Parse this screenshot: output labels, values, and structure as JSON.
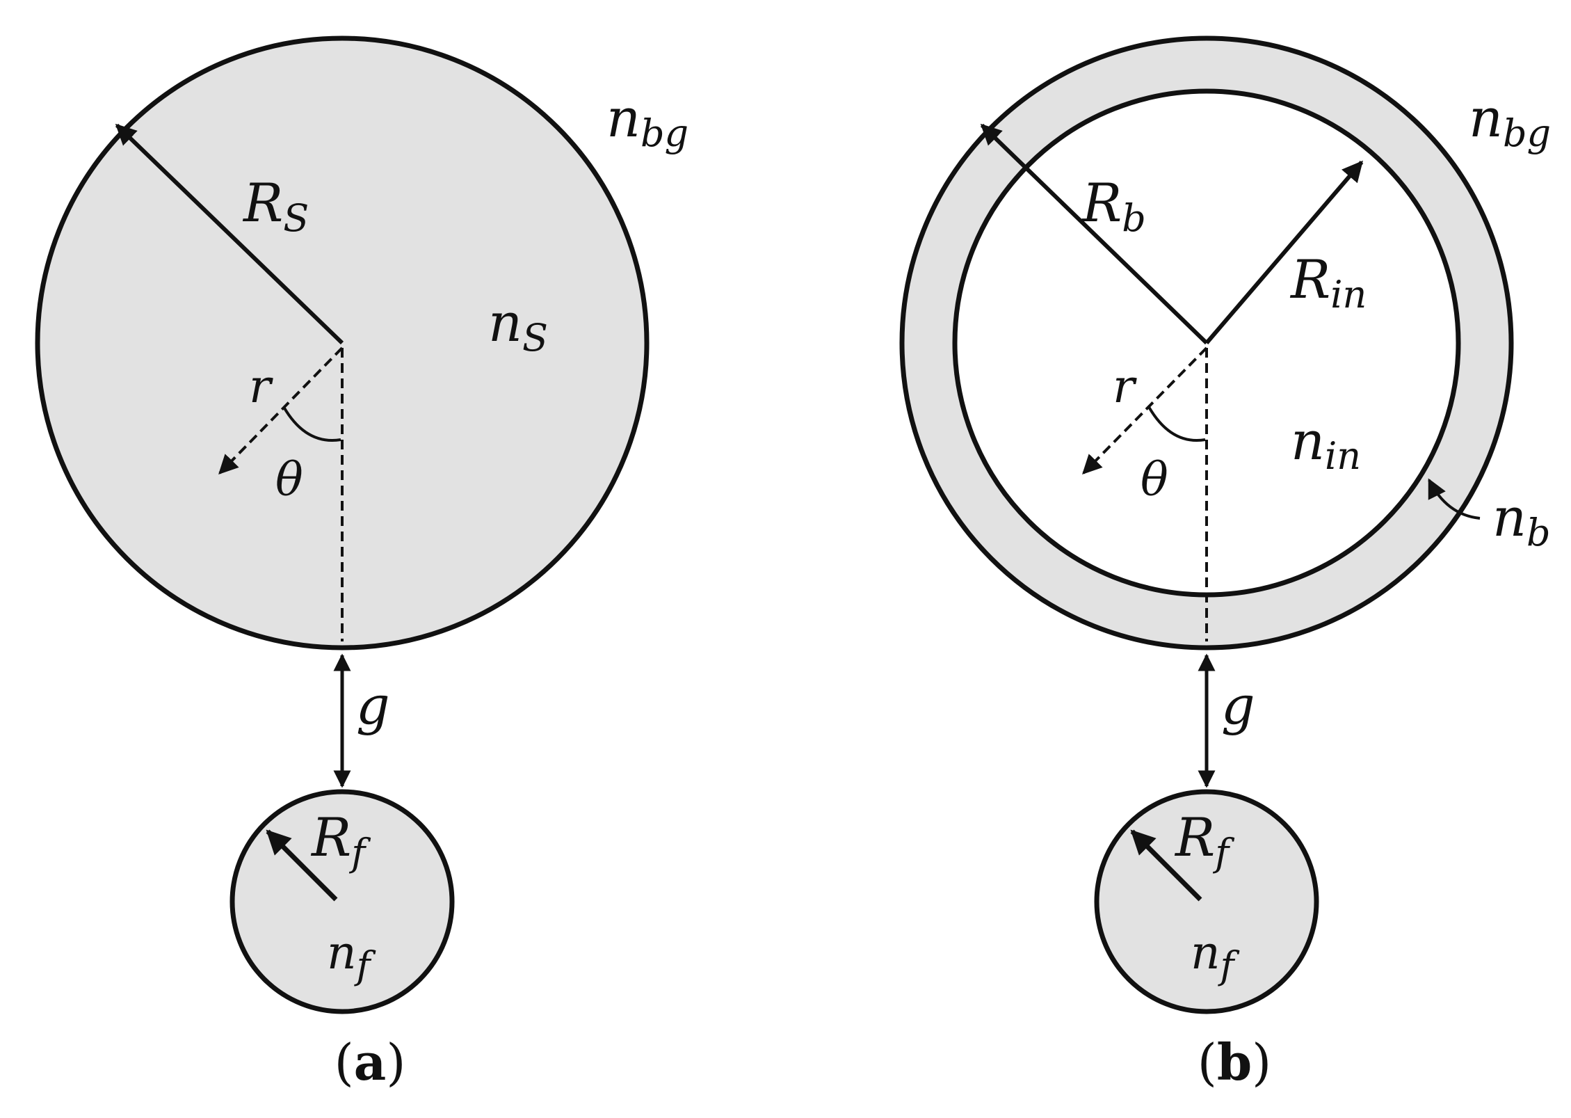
{
  "colors": {
    "fill": "#e2e2e2",
    "stroke": "#111111",
    "background": "#ffffff"
  },
  "panel_a": {
    "outer_radius_label": {
      "main": "R",
      "sub": "S"
    },
    "sphere_index_label": {
      "main": "n",
      "sub": "S"
    },
    "background_index_label": {
      "main": "n",
      "sub": "bg"
    },
    "radial_coord_label": "r",
    "angle_label": "θ",
    "gap_label": "g",
    "fiber_radius_label": {
      "main": "R",
      "sub": "f"
    },
    "fiber_index_label": {
      "main": "n",
      "sub": "f"
    },
    "caption": {
      "open": "(",
      "letter": "a",
      "close": ")"
    }
  },
  "panel_b": {
    "outer_radius_label": {
      "main": "R",
      "sub": "b"
    },
    "inner_radius_label": {
      "main": "R",
      "sub": "in"
    },
    "inner_index_label": {
      "main": "n",
      "sub": "in"
    },
    "shell_index_label": {
      "main": "n",
      "sub": "b"
    },
    "background_index_label": {
      "main": "n",
      "sub": "bg"
    },
    "radial_coord_label": "r",
    "angle_label": "θ",
    "gap_label": "g",
    "fiber_radius_label": {
      "main": "R",
      "sub": "f"
    },
    "fiber_index_label": {
      "main": "n",
      "sub": "f"
    },
    "caption": {
      "open": "(",
      "letter": "b",
      "close": ")"
    }
  }
}
